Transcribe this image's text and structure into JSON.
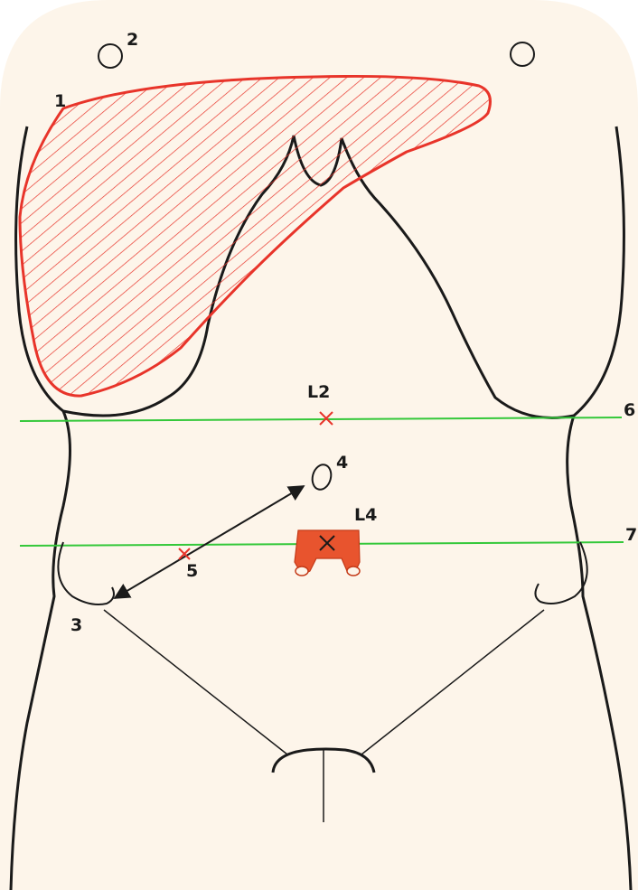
{
  "labels": {
    "liver": "1",
    "nipple": "2",
    "asis": "3",
    "umbilicus": "4",
    "mcburney": "5",
    "transpyloric_plane": "6",
    "supracristal_plane": "7",
    "vertebra_upper": "L2",
    "vertebra_lower": "L4"
  },
  "colors": {
    "background": "#ffffff",
    "skin": "#fdf5ea",
    "outline": "#1a1a1a",
    "liver": "#e8342a",
    "plane": "#34c83a",
    "aorta": "#e8542e"
  },
  "icons": {
    "liver": "hatched-liver-shape",
    "nipples": "circle-outline",
    "umbilicus": "oval-outline",
    "vertebral_levels": "cross-mark",
    "aortic_bifurcation": "aorta-bifurcation-shape",
    "arrow": "double-headed-arrow"
  }
}
